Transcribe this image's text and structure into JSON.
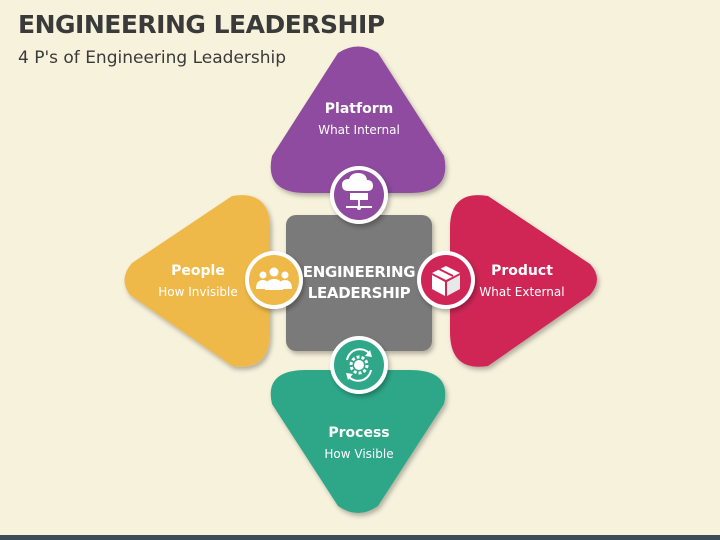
{
  "header": {
    "title": "ENGINEERING LEADERSHIP",
    "subtitle": "4 P's of Engineering Leadership"
  },
  "center": {
    "line1": "ENGINEERING",
    "line2": "LEADERSHIP",
    "color": "#7a7a7a"
  },
  "items": {
    "platform": {
      "title": "Platform",
      "subtitle": "What Internal",
      "color": "#8e4b9f",
      "icon": "cloud-server-icon"
    },
    "people": {
      "title": "People",
      "subtitle": "How Invisible",
      "color": "#efb94a",
      "icon": "team-icon"
    },
    "product": {
      "title": "Product",
      "subtitle": "What External",
      "color": "#cf2657",
      "icon": "box-icon"
    },
    "process": {
      "title": "Process",
      "subtitle": "How Visible",
      "color": "#2fa788",
      "icon": "gear-cycle-icon"
    }
  }
}
